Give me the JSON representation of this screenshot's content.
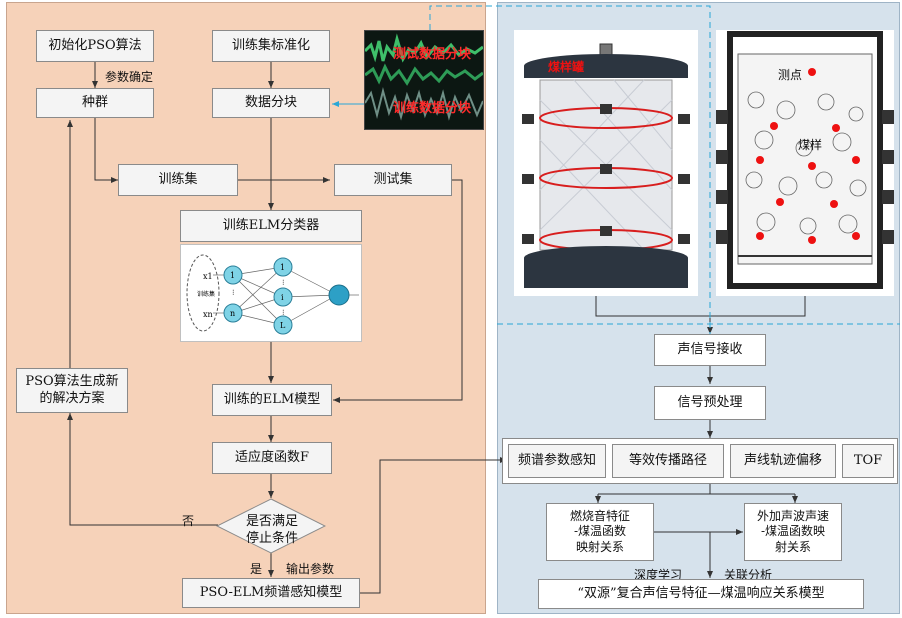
{
  "left": {
    "init_pso": "初始化PSO算法",
    "param_confirm": "参数确定",
    "population": "种群",
    "normalize": "训练集标准化",
    "data_block": "数据分块",
    "train_set": "训练集",
    "test_set": "测试集",
    "train_elm": "训练ELM分类器",
    "pso_new_line1": "PSO算法生成新",
    "pso_new_line2": "的解决方案",
    "trained_model": "训练的ELM模型",
    "fitness": "适应度函数F",
    "decision_line1": "是否满足",
    "decision_line2": "停止条件",
    "no": "否",
    "yes": "是",
    "output_params": "输出参数",
    "final_model": "PSO-ELM频谱感知模型",
    "thumb_test": "测试数据分块",
    "thumb_train": "训练数据分块",
    "nn": {
      "x1": "x1",
      "xn": "xn",
      "in1": "1",
      "inn": "n",
      "h1": "1",
      "hi": "i",
      "hL": "L",
      "group": "训练集"
    }
  },
  "right": {
    "coal_tank": "煤样罐",
    "measure_point": "测点",
    "coal_sample": "煤样",
    "signal_receive": "声信号接收",
    "signal_preprocess": "信号预处理",
    "features": [
      "频谱参数感知",
      "等效传播路径",
      "声线轨迹偏移",
      "TOF"
    ],
    "burn_map_line1": "燃烧音特征",
    "burn_map_line2": "-煤温函数",
    "burn_map_line3": "映射关系",
    "ext_map_line1": "外加声波声速",
    "ext_map_line2": "-煤温函数映",
    "ext_map_line3": "射关系",
    "deep_learning": "深度学习",
    "correlation": "关联分析",
    "final": "“双源”复合声信号特征—煤温响应关系模型"
  },
  "colors": {
    "left_bg": "#f6d2b9",
    "right_bg": "#d6e2ec",
    "accent_line": "#2aa7d6",
    "ring": "#d81e1e"
  }
}
